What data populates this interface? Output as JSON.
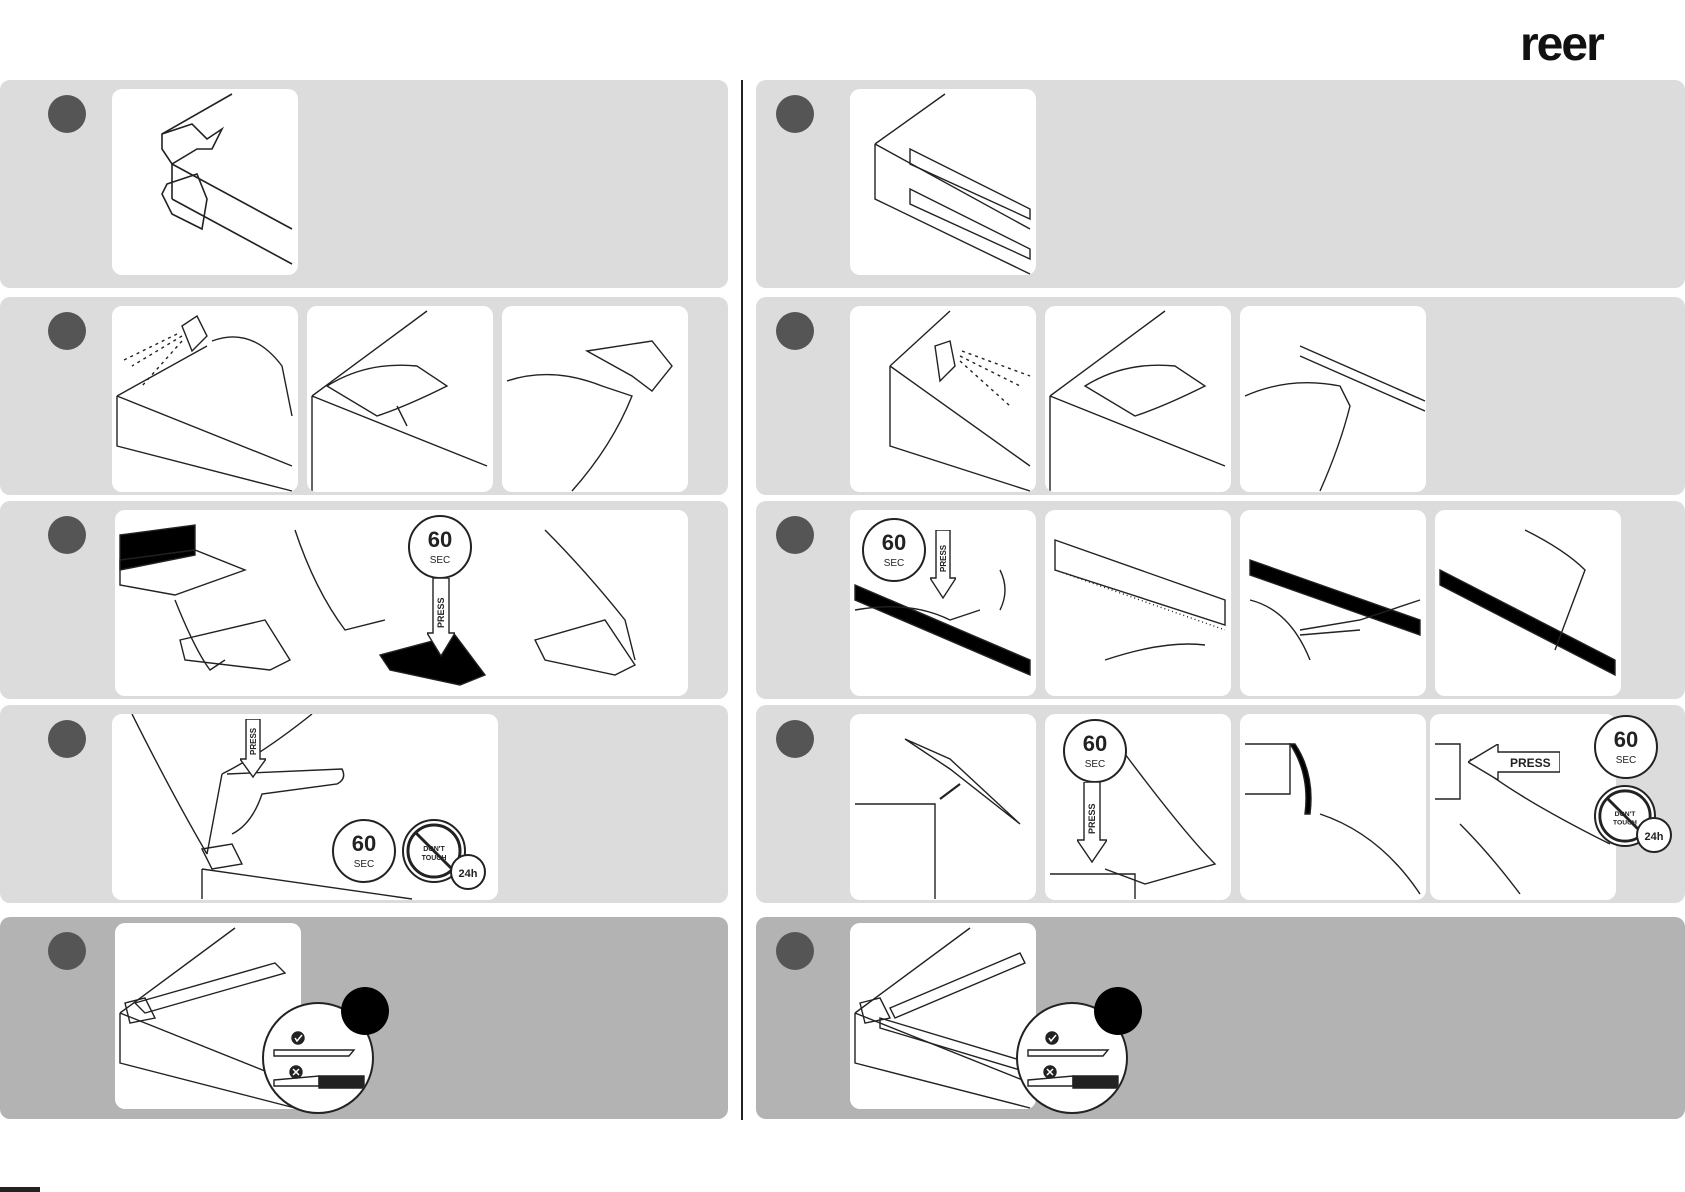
{
  "brand": {
    "logo_text": "reer"
  },
  "timer": {
    "value": "60",
    "unit": "SEC"
  },
  "press_label": "PRESS",
  "dont_touch": {
    "line1": "DON'T",
    "line2": "TOUCH",
    "hours": "24h"
  },
  "colors": {
    "row_light": "#dcdcdc",
    "row_dark": "#b3b3b3",
    "step_dot": "#555555",
    "ink": "#222222"
  }
}
